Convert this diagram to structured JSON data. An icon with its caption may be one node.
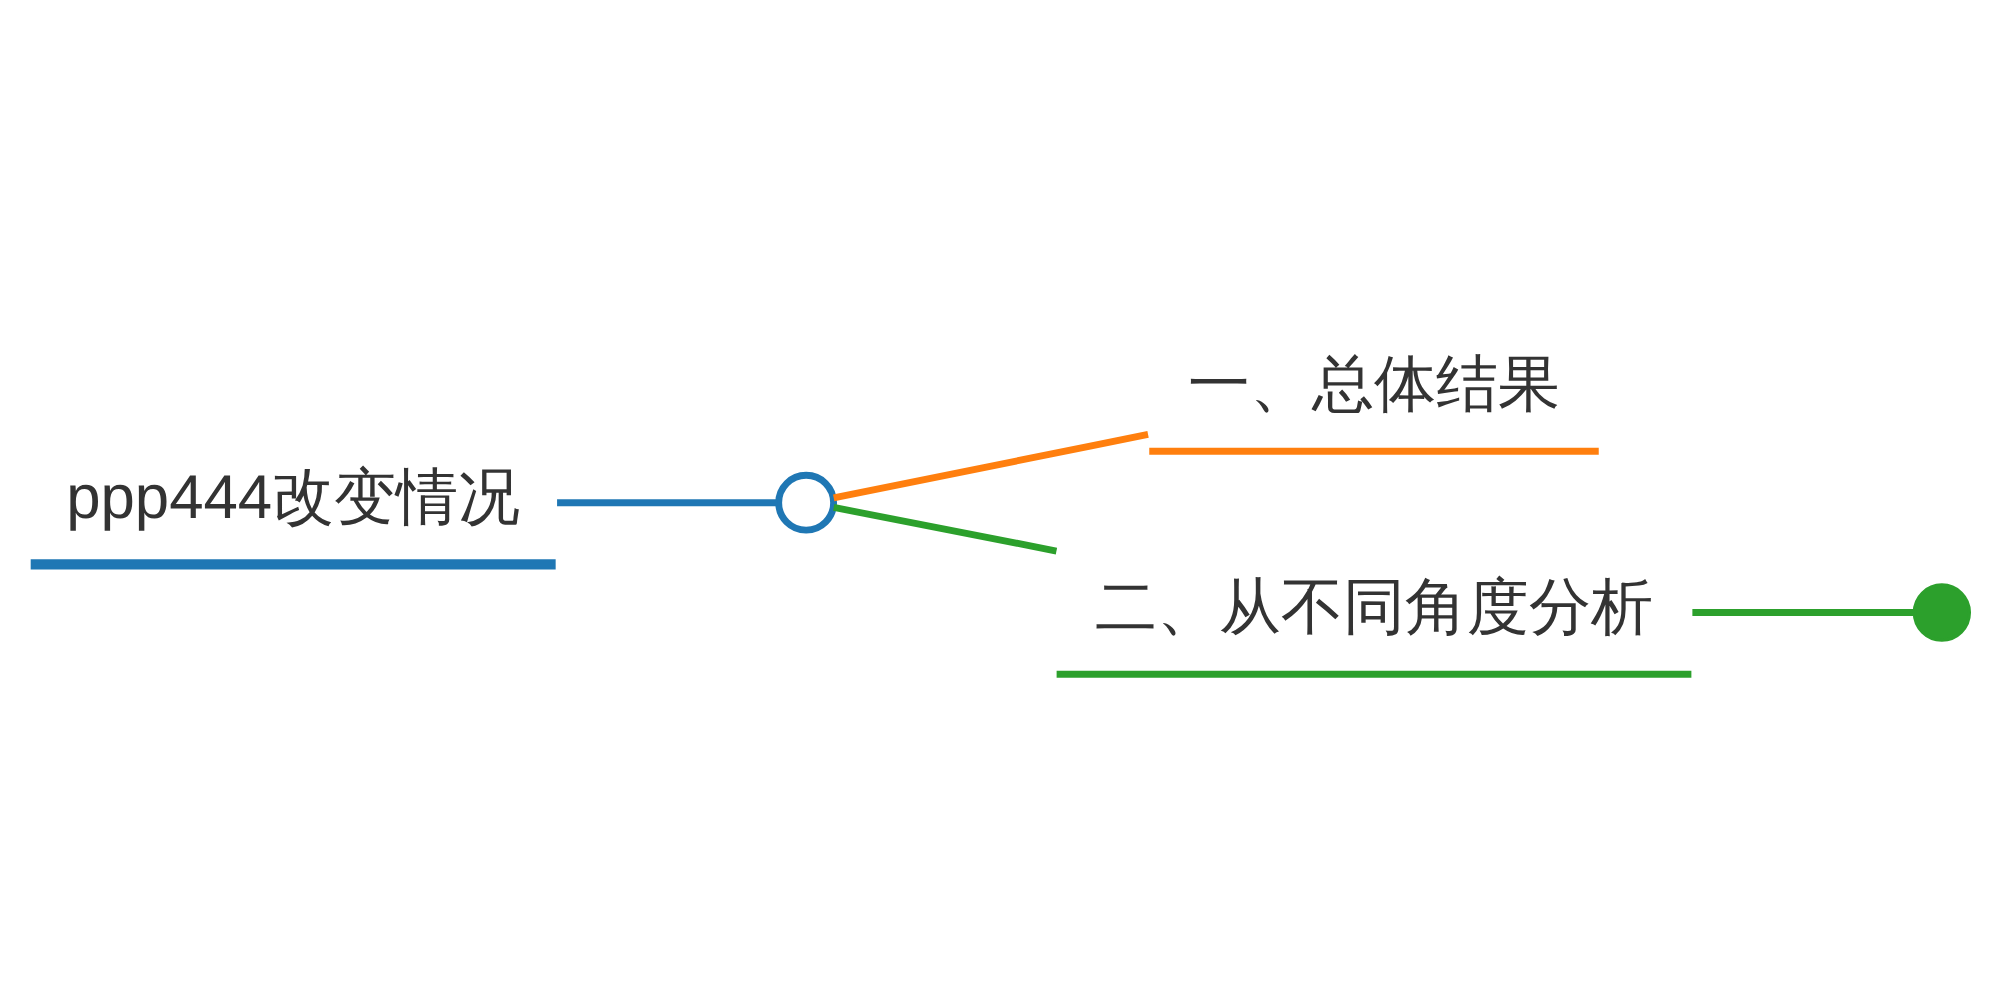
{
  "diagram": {
    "nodes": [
      {
        "text": [
          "ppp444改变情况"
        ]
      },
      {
        "text": [],
        "shape": "circle"
      },
      {
        "text": [
          "一、总体结果"
        ]
      },
      {
        "text": [
          "二、从不同角度分析"
        ]
      },
      {
        "text": [],
        "shape": "circle"
      }
    ],
    "edges": [
      {
        "from": 0,
        "to": 1,
        "arrow": "none",
        "color": "#1f77b4"
      },
      {
        "from": 1,
        "to": 2,
        "arrow": "none",
        "color": "#ff7f0e"
      },
      {
        "from": 1,
        "to": 3,
        "arrow": "none",
        "color": "#2ca02c"
      },
      {
        "from": 3,
        "to": 4,
        "arrow": "none",
        "color": "#2ca02c"
      }
    ]
  }
}
